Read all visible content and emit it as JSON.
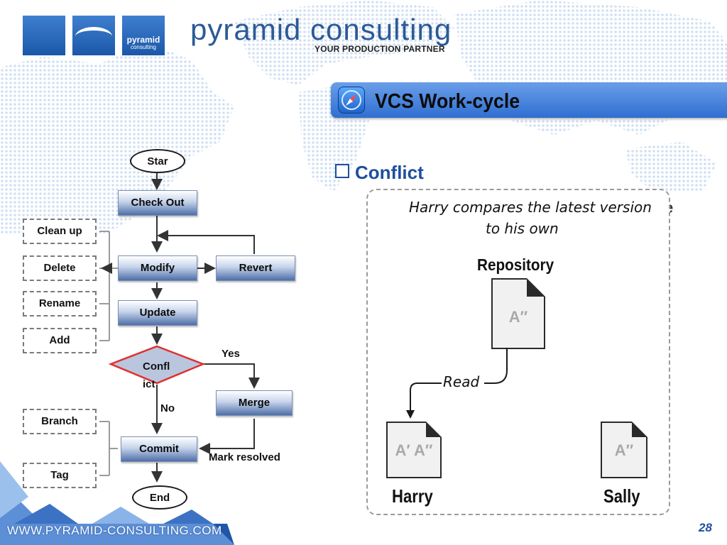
{
  "header": {
    "logo_text": "pyramid",
    "logo_subtext": "consulting",
    "brand": "pyramid consulting",
    "tagline": "YOUR PRODUCTION PARTNER"
  },
  "slide": {
    "title": "VCS Work-cycle",
    "bullet": "Conflict",
    "page_number": "28",
    "footer_url": "WWW.PYRAMID-CONSULTING.COM",
    "overflow_letter": "e"
  },
  "flowchart": {
    "start": "Star",
    "check_out": "Check Out",
    "modify": "Modify",
    "revert": "Revert",
    "update": "Update",
    "conflict": "Confl",
    "conflict_tail": "ict",
    "merge": "Merge",
    "commit": "Commit",
    "end": "End",
    "side_ops": [
      "Clean up",
      "Delete",
      "Rename",
      "Add"
    ],
    "commit_ops": [
      "Branch",
      "Tag"
    ],
    "yes": "Yes",
    "no": "No",
    "mark_resolved": "Mark resolved"
  },
  "illustration": {
    "caption_line1": "Harry compares the latest version",
    "caption_line2": "to his own",
    "repository": "Repository",
    "repo_doc": "A″",
    "read": "Read",
    "harry_doc": "A′ A″",
    "harry": "Harry",
    "sally_doc": "A″",
    "sally": "Sally"
  },
  "colors": {
    "title_bar": "#2f6fd2",
    "brand_blue": "#2c5a96",
    "conflict_border": "#e03030"
  }
}
